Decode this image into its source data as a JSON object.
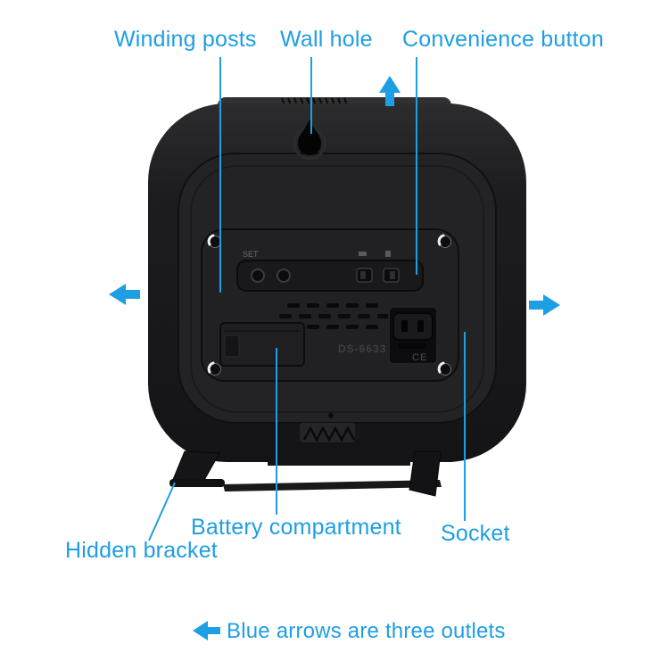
{
  "colors": {
    "accent": "#1E9EE3"
  },
  "labels": {
    "winding_posts": "Winding posts",
    "wall_hole": "Wall hole",
    "convenience_button": "Convenience button",
    "battery_compartment": "Battery compartment",
    "socket": "Socket",
    "hidden_bracket": "Hidden bracket"
  },
  "legend": {
    "text": "Blue arrows are three outlets"
  },
  "device": {
    "model": "DS-6633",
    "ce_mark": "CE",
    "set_label": "SET"
  }
}
